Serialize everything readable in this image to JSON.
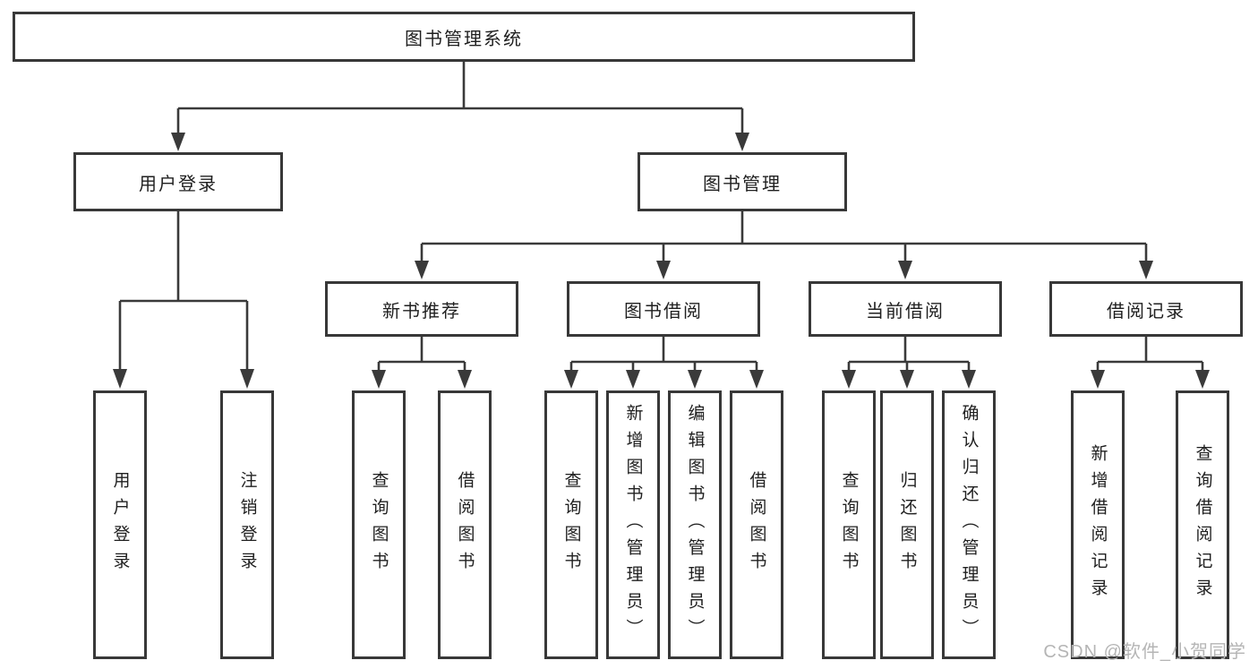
{
  "colors": {
    "line": "#3a3a3a",
    "border": "#383838",
    "text": "#1f1f1f",
    "watermark": "#b5b5b5",
    "background": "#ffffff"
  },
  "watermark": "CSDN @软件_小贺同学",
  "diagram": {
    "root": {
      "label": "图书管理系统"
    },
    "branches": [
      {
        "label": "用户登录",
        "children": [
          "用户登录",
          "注销登录"
        ]
      },
      {
        "label": "图书管理",
        "children": [
          {
            "label": "新书推荐",
            "children": [
              "查询图书",
              "借阅图书"
            ]
          },
          {
            "label": "图书借阅",
            "children": [
              "查询图书",
              "新增图书（管理员）",
              "编辑图书（管理员）",
              "借阅图书"
            ]
          },
          {
            "label": "当前借阅",
            "children": [
              "查询图书",
              "归还图书",
              "确认归还（管理员）"
            ]
          },
          {
            "label": "借阅记录",
            "children": [
              "新增借阅记录",
              "查询借阅记录"
            ]
          }
        ]
      }
    ]
  }
}
